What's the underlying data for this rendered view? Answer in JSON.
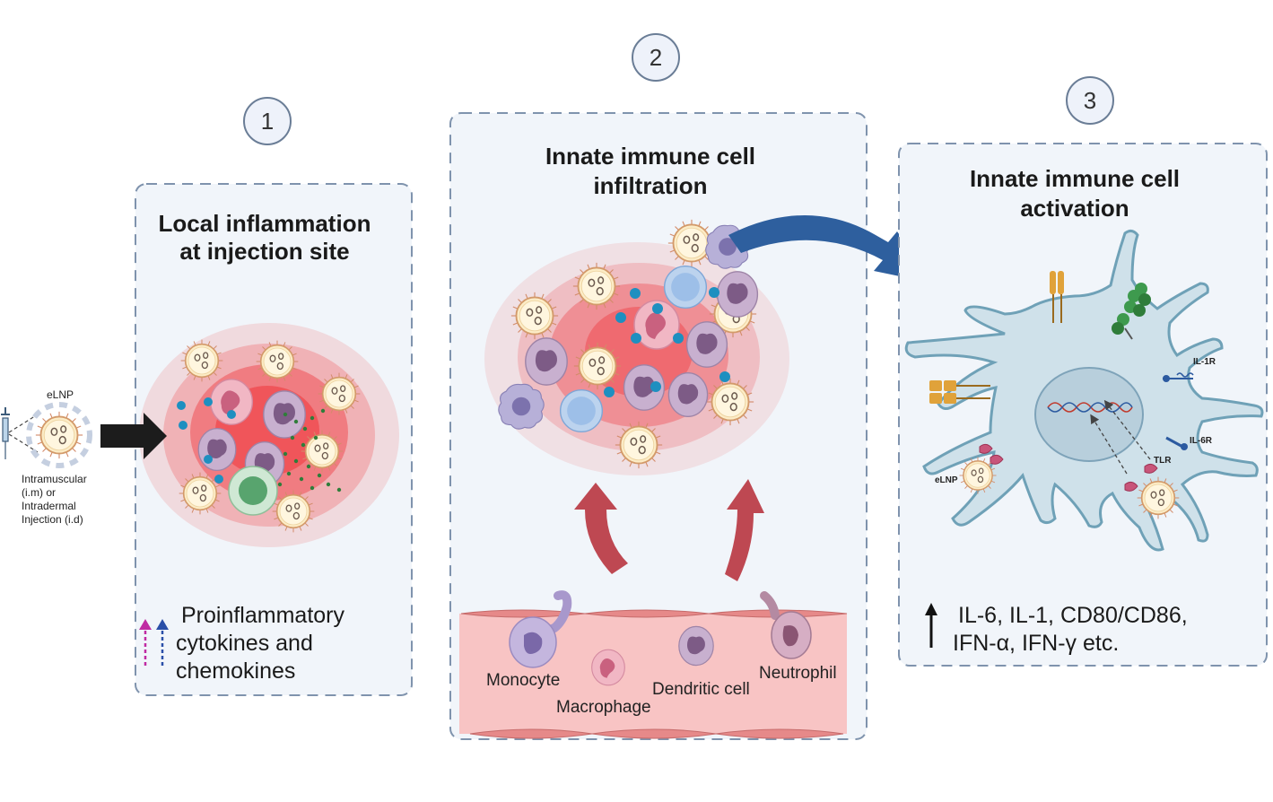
{
  "steps": [
    {
      "number": "1",
      "title_line1": "Local inflammation",
      "title_line2": "at injection site",
      "footer_line1": "Proinflammatory",
      "footer_line2": "cytokines and",
      "footer_line3": "chemokines"
    },
    {
      "number": "2",
      "title_line1": "Innate immune cell",
      "title_line2": "infiltration"
    },
    {
      "number": "3",
      "title_line1": "Innate immune cell",
      "title_line2": "activation",
      "footer_line1": "IL-6, IL-1, CD80/CD86,",
      "footer_line2": "IFN-α, IFN-γ etc."
    }
  ],
  "injection": {
    "particle_label": "eLNP",
    "route_line1": "Intramuscular",
    "route_line2": "(i.m) or",
    "route_line3": "Intradermal",
    "route_line4": "Injection (i.d)"
  },
  "vessel_cells": {
    "monocyte": "Monocyte",
    "macrophage": "Macrophage",
    "dendritic": "Dendritic cell",
    "neutrophil": "Neutrophil"
  },
  "receptors": {
    "il1r": "IL-1R",
    "il6r": "IL-6R",
    "tlr": "TLR",
    "elnp": "eLNP"
  },
  "colors": {
    "panel_border": "#7f93ad",
    "panel_fill": "#f1f5fa",
    "inflammation_red": "#f0262a",
    "cell_membrane": "#cfe1ea",
    "cell_outline": "#6fa1b7",
    "vessel_pink": "#f8c4c4",
    "curve_arrow": "#b8353f",
    "blue_arrow": "#2e5f9e"
  }
}
